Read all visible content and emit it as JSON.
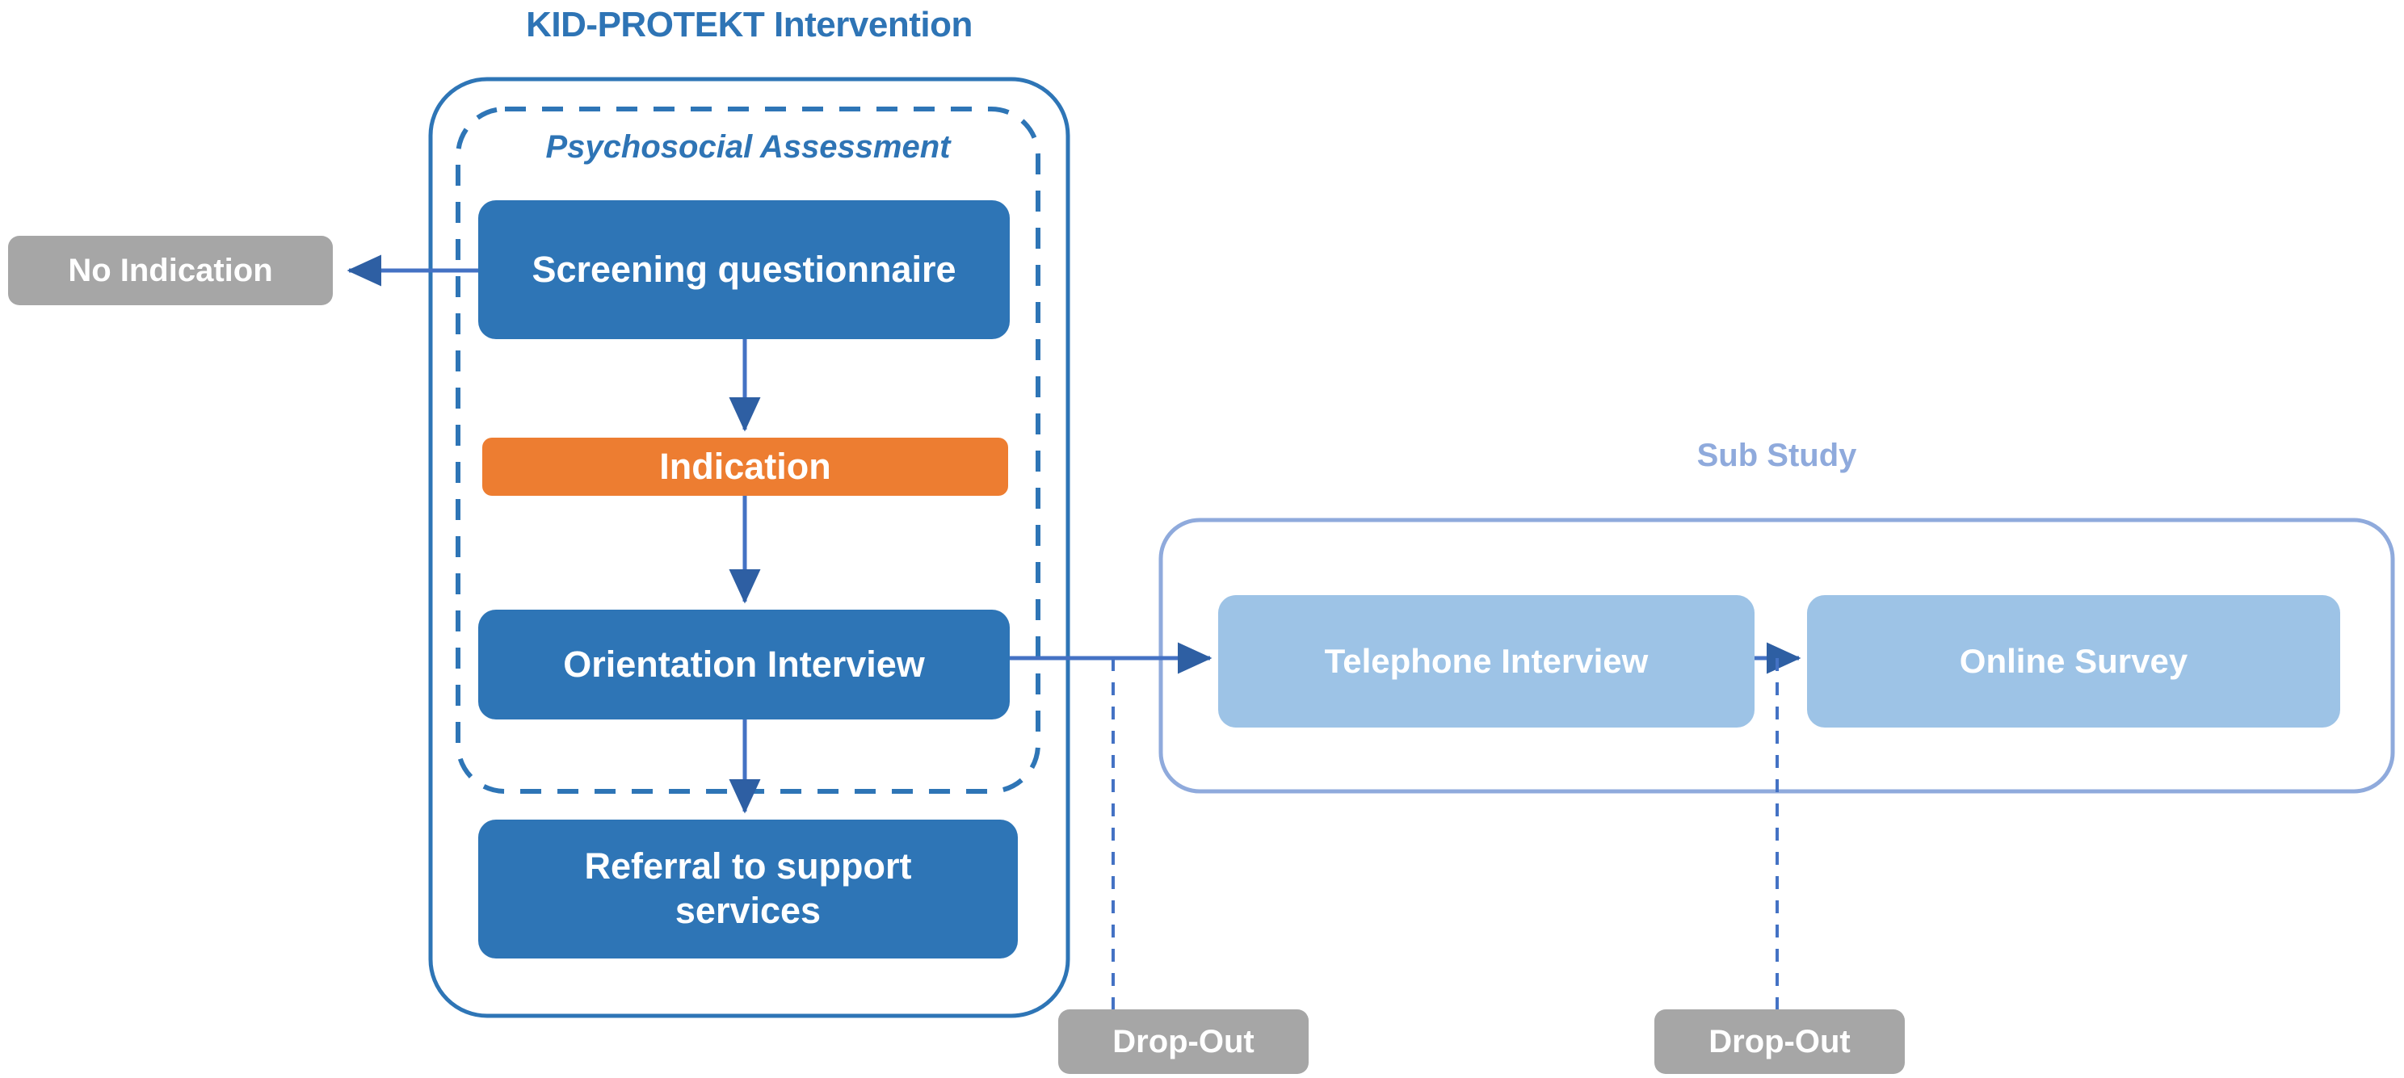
{
  "diagram": {
    "title": "KID-PROTEKT Intervention",
    "sub_study_title": "Sub Study",
    "group_label": "Psychosocial Assessment",
    "colors": {
      "primary_blue": "#2E75B6",
      "title_blue": "#2E74B5",
      "light_blue": "#9DC3E6",
      "sub_title_blue": "#8FAADC",
      "orange": "#ED7D31",
      "gray": "#A6A6A6",
      "connector_blue": "#4472C4",
      "white": "#FFFFFF"
    },
    "nodes": {
      "screening": "Screening questionnaire",
      "indication": "Indication",
      "orientation": "Orientation Interview",
      "referral": "Referral to support services",
      "no_indication": "No Indication",
      "telephone": "Telephone Interview",
      "online_survey": "Online Survey",
      "dropout_1": "Drop-Out",
      "dropout_2": "Drop-Out"
    },
    "edges": [
      {
        "from": "screening",
        "to": "no-indication",
        "style": "solid-arrow",
        "direction": "left"
      },
      {
        "from": "screening",
        "to": "indication",
        "style": "solid-arrow",
        "direction": "down"
      },
      {
        "from": "indication",
        "to": "orientation",
        "style": "solid-arrow",
        "direction": "down"
      },
      {
        "from": "orientation",
        "to": "referral",
        "style": "solid-arrow",
        "direction": "down"
      },
      {
        "from": "orientation",
        "to": "telephone",
        "style": "solid-arrow",
        "direction": "right"
      },
      {
        "from": "telephone",
        "to": "online-survey",
        "style": "solid-arrow",
        "direction": "right"
      },
      {
        "from": "orientation-to-telephone",
        "to": "dropout-1",
        "style": "dashed",
        "direction": "down"
      },
      {
        "from": "telephone-to-online-survey",
        "to": "dropout-2",
        "style": "dashed",
        "direction": "down"
      }
    ],
    "containers": [
      {
        "name": "kid-protekt-intervention",
        "border": "solid",
        "color": "#2E75B6"
      },
      {
        "name": "psychosocial-assessment",
        "border": "dashed",
        "color": "#2E75B6"
      },
      {
        "name": "sub-study",
        "border": "solid",
        "color": "#8FAADC"
      }
    ]
  }
}
